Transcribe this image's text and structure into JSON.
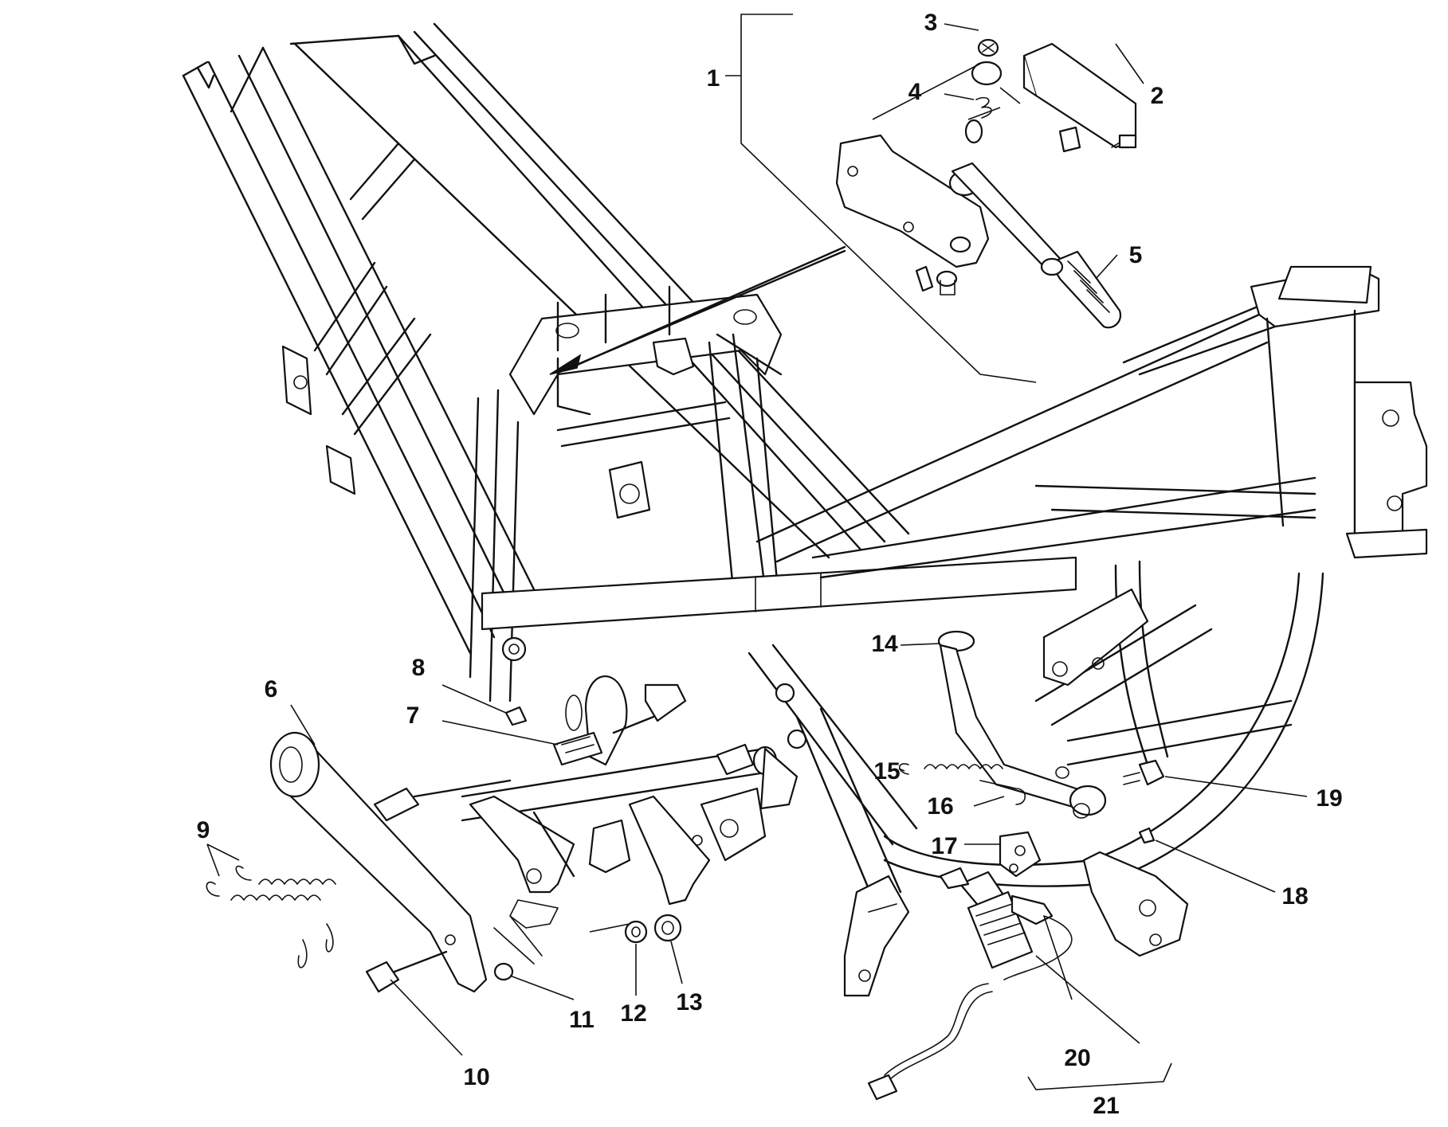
{
  "diagram": {
    "type": "exploded-parts-diagram",
    "colors": {
      "ink": "#111111",
      "paper": "#ffffff"
    },
    "labels": [
      {
        "id": "1",
        "text": "1"
      },
      {
        "id": "2",
        "text": "2"
      },
      {
        "id": "3",
        "text": "3"
      },
      {
        "id": "4",
        "text": "4"
      },
      {
        "id": "5",
        "text": "5"
      },
      {
        "id": "6",
        "text": "6"
      },
      {
        "id": "7",
        "text": "7"
      },
      {
        "id": "8",
        "text": "8"
      },
      {
        "id": "9",
        "text": "9"
      },
      {
        "id": "10",
        "text": "10"
      },
      {
        "id": "11",
        "text": "11"
      },
      {
        "id": "12",
        "text": "12"
      },
      {
        "id": "13",
        "text": "13"
      },
      {
        "id": "14",
        "text": "14"
      },
      {
        "id": "15",
        "text": "15"
      },
      {
        "id": "16",
        "text": "16"
      },
      {
        "id": "17",
        "text": "17"
      },
      {
        "id": "18",
        "text": "18"
      },
      {
        "id": "19",
        "text": "19"
      },
      {
        "id": "20",
        "text": "20"
      },
      {
        "id": "21",
        "text": "21"
      }
    ]
  }
}
